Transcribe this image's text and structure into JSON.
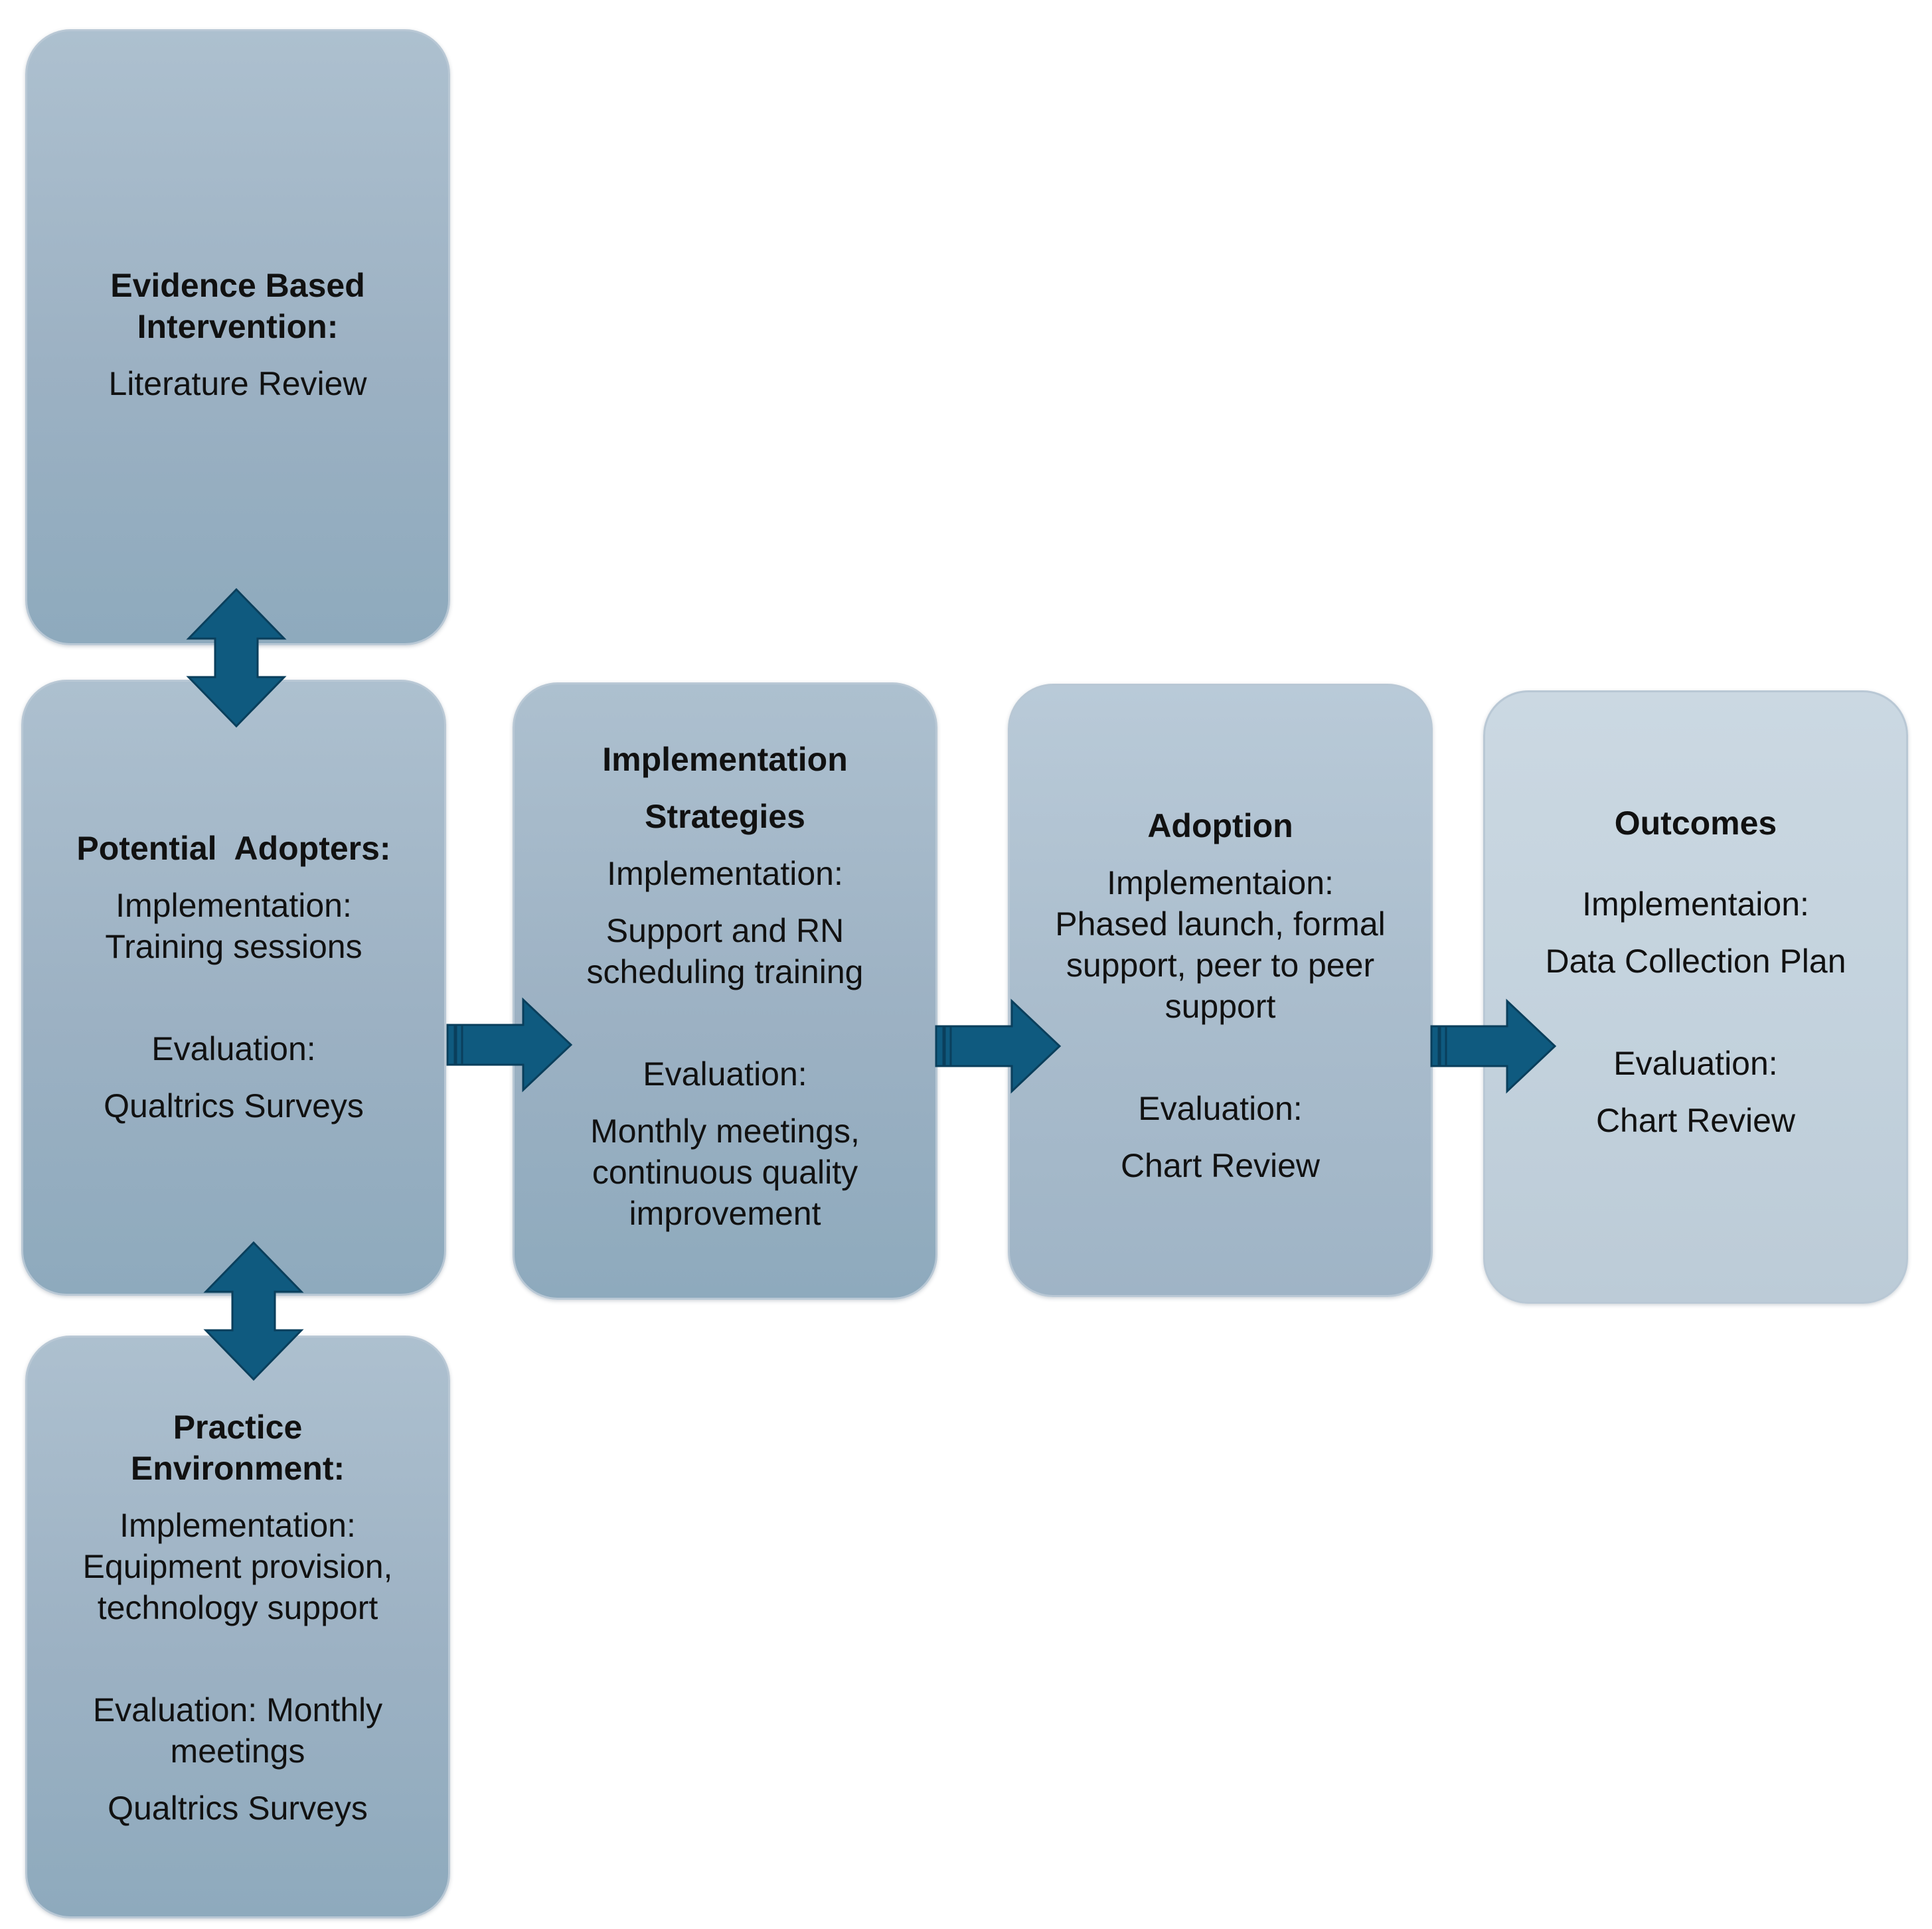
{
  "colors": {
    "arrow_fill": "#0f5a7f",
    "arrow_stroke": "#0a3f5c",
    "box_border": "#b9c8d5"
  },
  "boxes": {
    "evidence": {
      "title_lines": [
        "Evidence Based",
        "Intervention:"
      ],
      "items": [
        "Literature Review"
      ]
    },
    "adopters": {
      "title": "Potential  Adopters:",
      "implementation_lines": [
        "Implementation:",
        "Training sessions"
      ],
      "evaluation_label": "Evaluation:",
      "evaluation_value": "Qualtrics Surveys"
    },
    "environment": {
      "title_lines": [
        "Practice",
        "Environment:"
      ],
      "implementation_lines": [
        "Implementation:",
        "Equipment provision,",
        "technology support"
      ],
      "evaluation_lines": [
        "Evaluation: Monthly",
        "meetings"
      ],
      "evaluation_value": "Qualtrics Surveys"
    },
    "strategies": {
      "title_lines": [
        "Implementation",
        "Strategies"
      ],
      "implementation_label": "Implementation:",
      "implementation_lines": [
        "Support and RN",
        "scheduling training"
      ],
      "evaluation_label": "Evaluation:",
      "evaluation_lines": [
        "Monthly meetings,",
        "continuous quality",
        "improvement"
      ]
    },
    "adoption": {
      "title": "Adoption",
      "implementation_label": "Implementaion:",
      "implementation_lines": [
        "Phased launch, formal",
        "support, peer to peer",
        "support"
      ],
      "evaluation_label": "Evaluation:",
      "evaluation_value": "Chart Review"
    },
    "outcomes": {
      "title": "Outcomes",
      "implementation_label": "Implementaion:",
      "implementation_value": "Data Collection Plan",
      "evaluation_label": "Evaluation:",
      "evaluation_value": "Chart Review"
    }
  }
}
